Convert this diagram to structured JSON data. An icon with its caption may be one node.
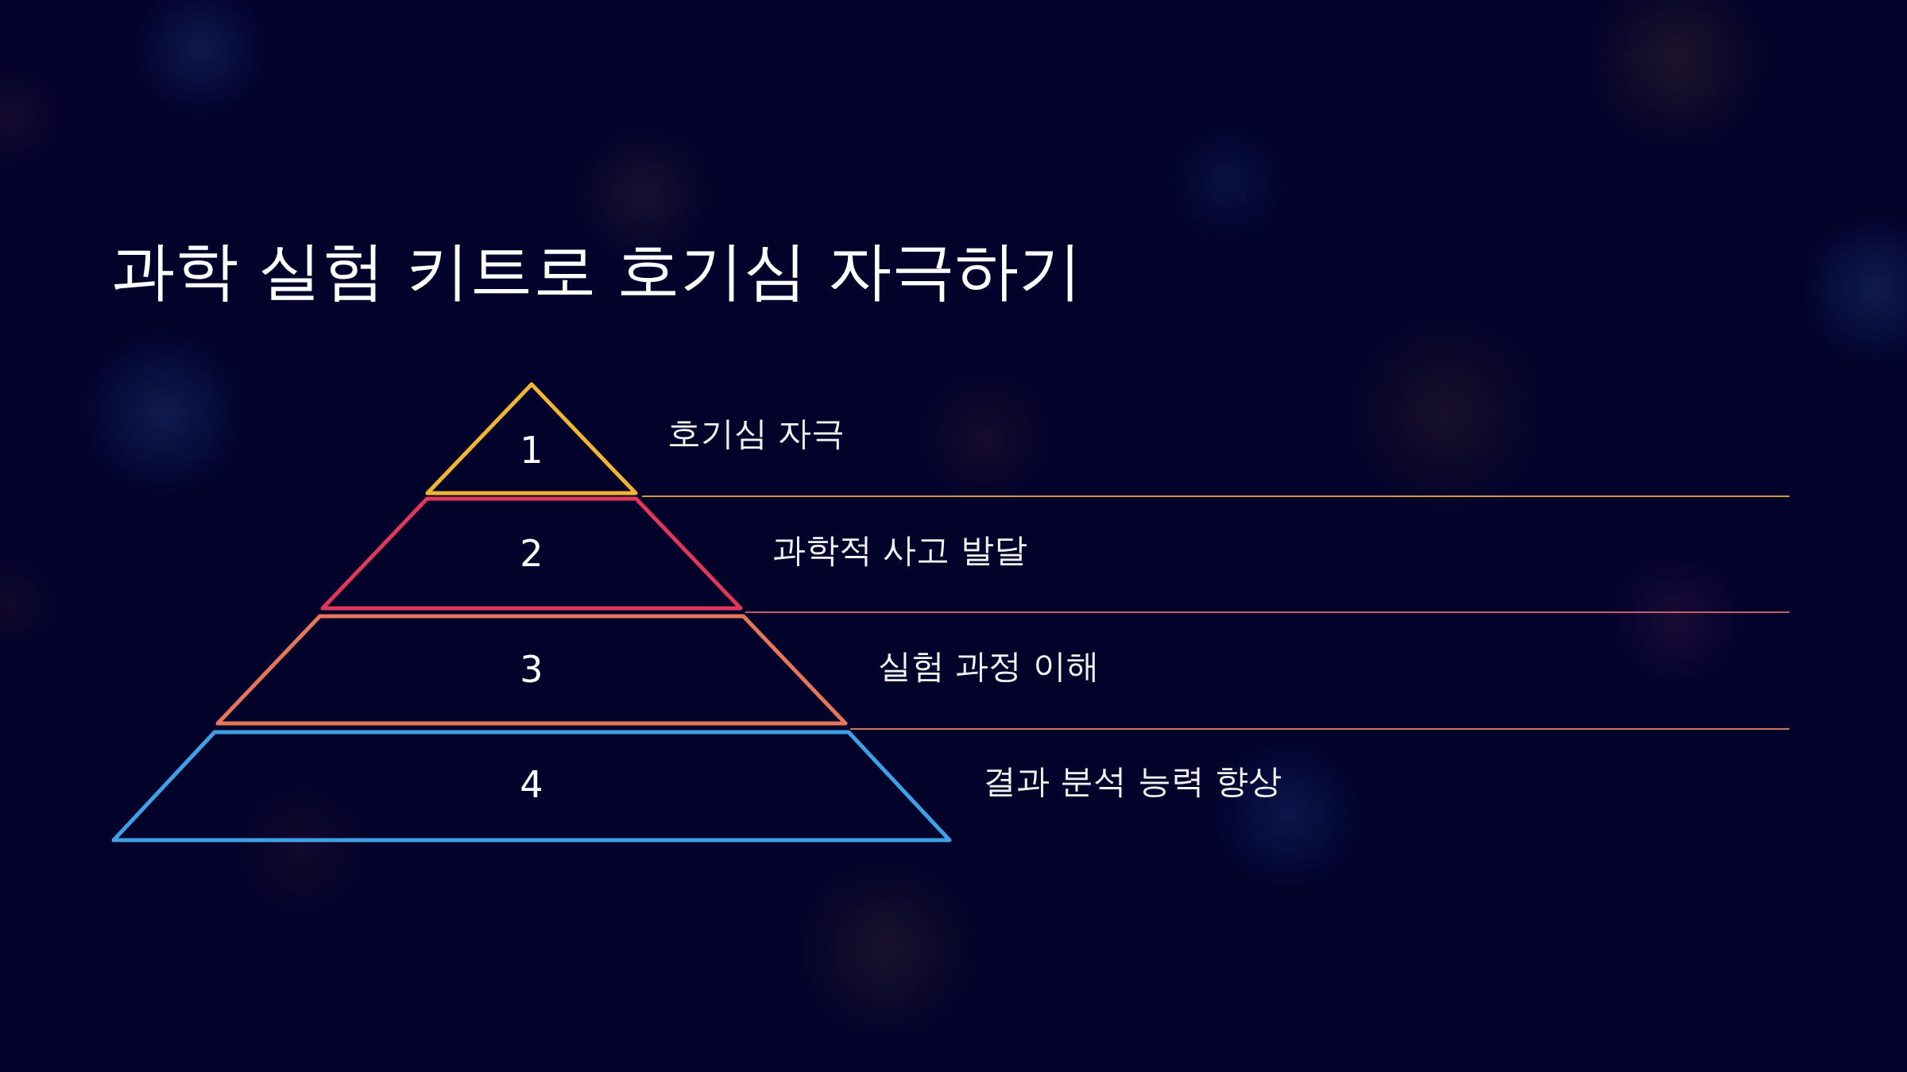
{
  "diagram": {
    "title": "과학 실험 키트로 호기심 자극하기",
    "nodes": [
      {
        "text": [
          "1"
        ],
        "beside": [
          "호기심 자극"
        ]
      },
      {
        "text": [
          "2"
        ],
        "beside": [
          "과학적 사고 발달"
        ]
      },
      {
        "text": [
          "3"
        ],
        "beside": [
          "실험 과정 이해"
        ]
      },
      {
        "text": [
          "4"
        ],
        "beside": [
          "결과 분석 능력 향상"
        ]
      }
    ]
  }
}
